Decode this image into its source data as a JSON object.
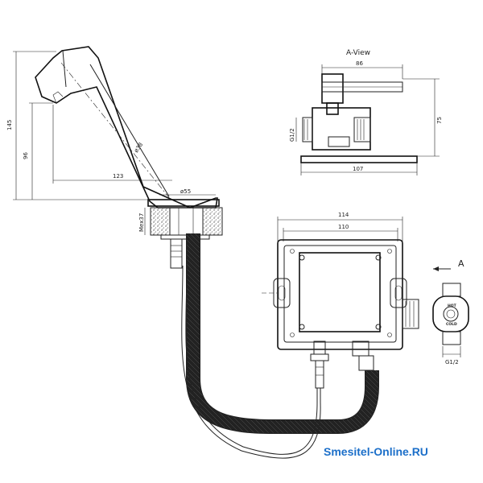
{
  "view": {
    "label": "A-View",
    "arrow_label": "A"
  },
  "dimensions": {
    "faucet_height": "145",
    "spout_height": "96",
    "spout_reach": "123",
    "body_diameter": "ø38",
    "base_diameter": "ø55",
    "mount_thread": "Mex37",
    "aview_width": "86",
    "aview_height": "75",
    "aview_base": "107",
    "aview_thread": "G1/2",
    "box_outer": "114",
    "box_inner": "110",
    "valve_thread": "G1/2"
  },
  "valve_labels": {
    "hot": "HOT",
    "cold": "COLD"
  },
  "watermark": "Smesitel-Online.RU"
}
